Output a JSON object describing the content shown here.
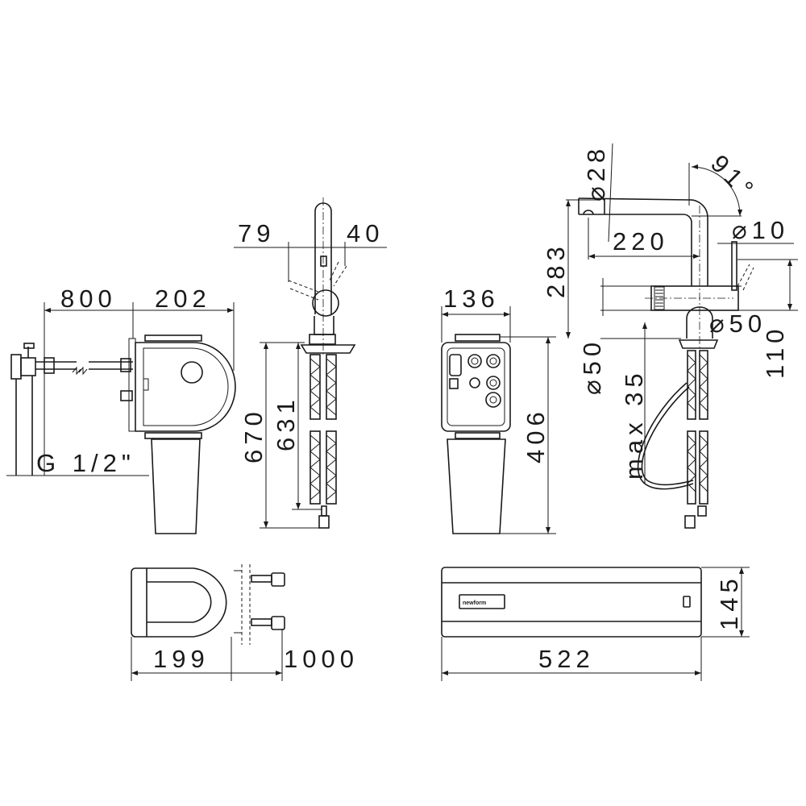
{
  "drawing": {
    "side_view": {
      "dim_width_left": "800",
      "dim_width_body": "202",
      "thread": "G 1/2\""
    },
    "tap_side_view": {
      "dim_handle_back": "79",
      "dim_handle_front": "40",
      "dim_total_height": "670",
      "dim_hose_length": "631"
    },
    "front_view": {
      "dim_width": "136",
      "dim_height": "406"
    },
    "tap_front_view": {
      "dia_spout": "⌀28",
      "angle": "91°",
      "dim_height": "283",
      "dim_reach": "220",
      "dia_lever": "⌀10",
      "dia_body": "⌀50",
      "dim_body_height": "110",
      "dia_base": "⌀50",
      "dim_max_thickness": "max 35"
    },
    "top_view_left": {
      "dim_depth": "199",
      "dim_hose": "1000"
    },
    "top_view_right": {
      "dim_length": "522",
      "dim_height": "145",
      "brand_logo": "newform"
    }
  }
}
